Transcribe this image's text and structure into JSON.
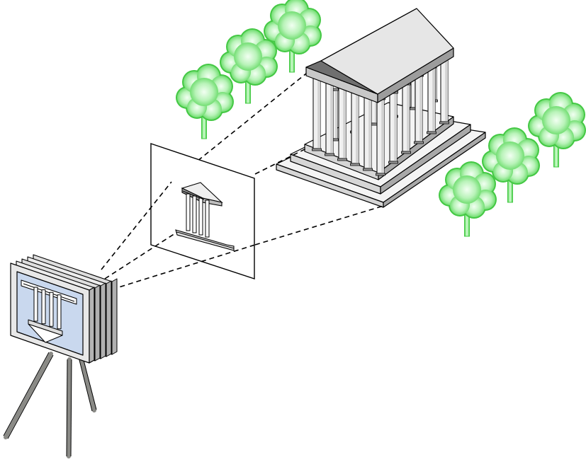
{
  "diagram": {
    "subject": "perspective-projection-illustration",
    "elements": [
      "camera",
      "projection-plane",
      "temple",
      "trees",
      "projection-lines"
    ],
    "colors": {
      "tree_fill": "#8ee88e",
      "tree_stroke": "#44c844",
      "tree_highlight": "#f2fff2",
      "camera_screen": "#c9d8ee",
      "stone_light": "#f0f0f0",
      "stone_mid": "#d2d2d2",
      "stone_dark": "#9a9a9a",
      "roof_light": "#e4e4e4",
      "roof_dark": "#8c8c8c",
      "line": "#000000",
      "tripod": "#8a8a86"
    }
  }
}
